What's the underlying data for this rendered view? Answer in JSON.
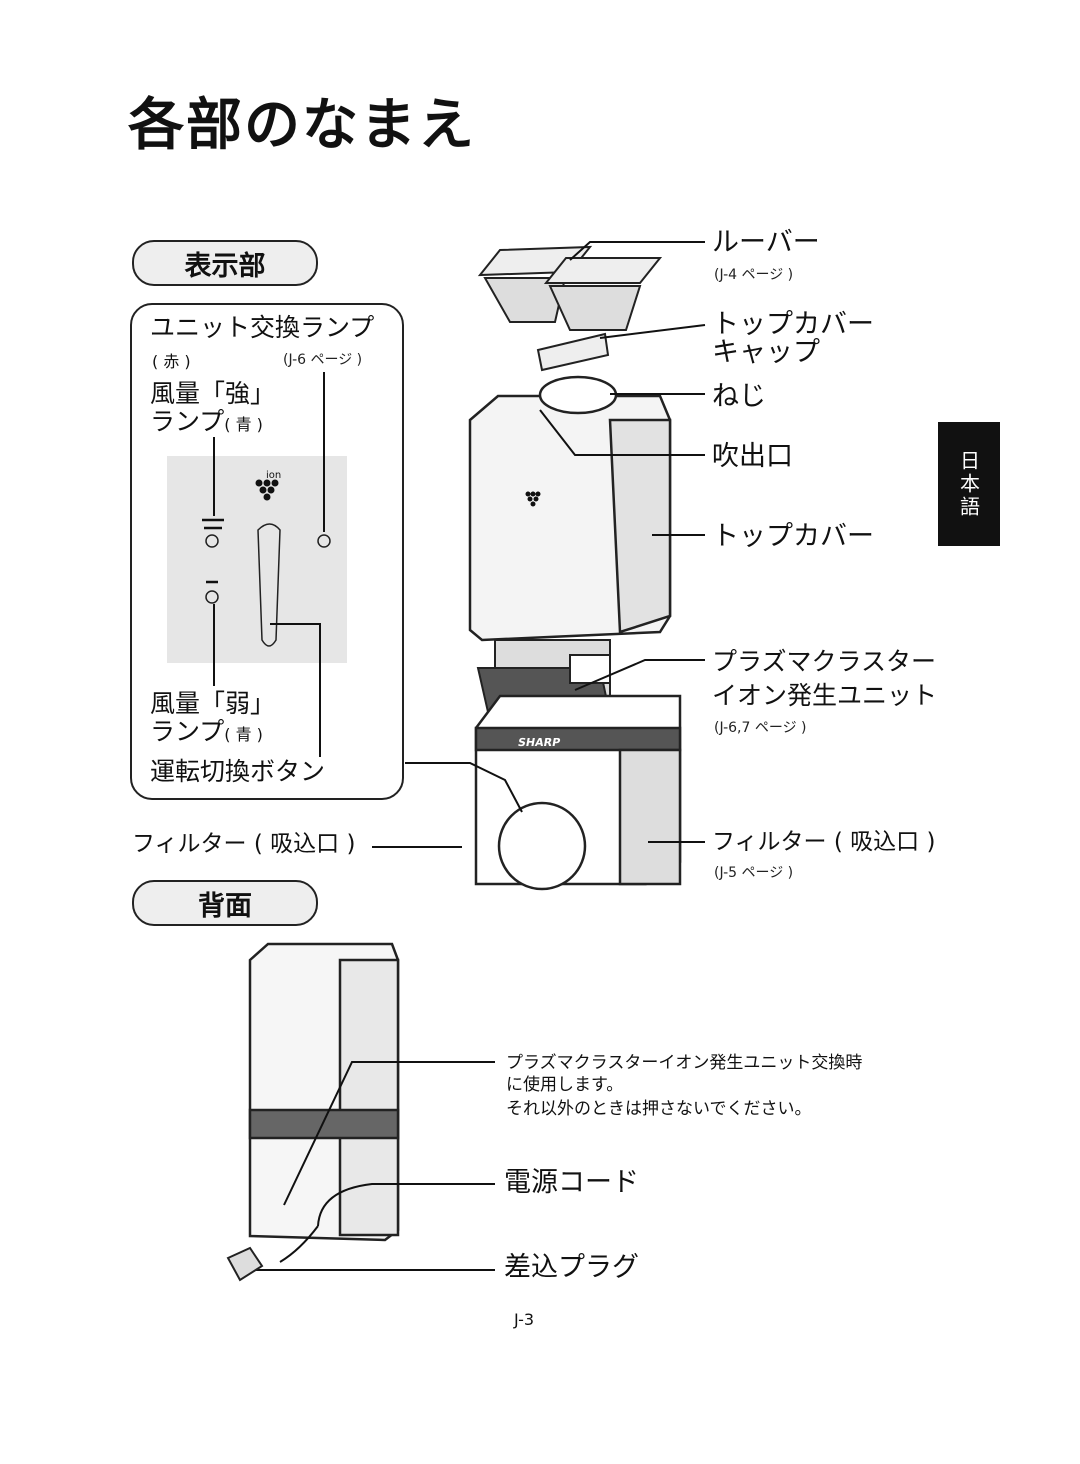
{
  "title": "各部のなまえ",
  "language_tab": "日本語",
  "page_number": "J-3",
  "sections": {
    "display": "表示部",
    "back": "背面"
  },
  "panel": {
    "unit_lamp": "ユニット交換ランプ",
    "unit_lamp_color": "( 赤 )",
    "unit_lamp_ref": "(J-6 ページ )",
    "high_lamp_line1": "風量「強」",
    "high_lamp_line2": "ランプ",
    "high_lamp_color": "( 青 )",
    "low_lamp_line1": "風量「弱」",
    "low_lamp_line2": "ランプ",
    "low_lamp_color": "( 青 )",
    "operation_button": "運転切換ボタン",
    "ion_mark": "ion"
  },
  "labels": {
    "filter_left": "フィルター ( 吸込口 )",
    "louver": "ルーバー",
    "louver_ref": "(J-4 ページ )",
    "top_cover_cap_1": "トップカバー",
    "top_cover_cap_2": "キャップ",
    "screw": "ねじ",
    "outlet": "吹出口",
    "top_cover": "トップカバー",
    "pci_unit_1": "プラズマクラスター",
    "pci_unit_2": "イオン発生ユニット",
    "pci_unit_ref": "(J-6,7 ページ )",
    "filter_right": "フィルター ( 吸込口 )",
    "filter_right_ref": "(J-5 ページ )",
    "brand": "SHARP"
  },
  "back": {
    "note_1": "プラズマクラスターイオン発生ユニット交換時",
    "note_2": "に使用します。",
    "note_3": "それ以外のときは押さないでください。",
    "power_cord": "電源コード",
    "plug": "差込プラグ"
  }
}
